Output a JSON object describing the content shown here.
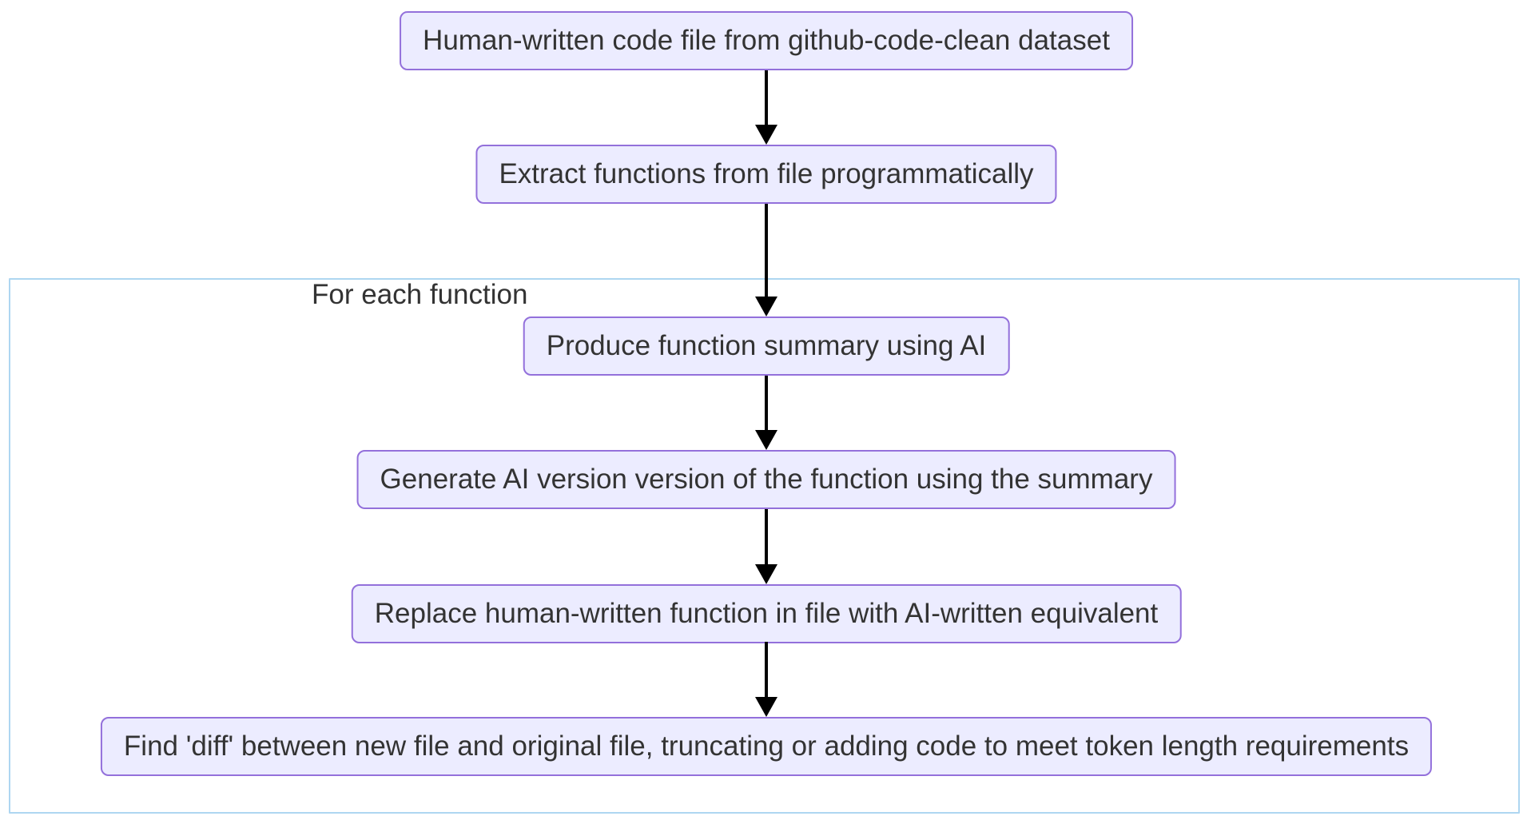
{
  "diagram": {
    "type": "flowchart",
    "direction": "top-down",
    "nodes": [
      {
        "id": "n1",
        "label": "Human-written code file from github-code-clean dataset"
      },
      {
        "id": "n2",
        "label": "Extract functions from file programmatically"
      },
      {
        "id": "n3",
        "label": "Produce function summary using AI"
      },
      {
        "id": "n4",
        "label": "Generate AI version version of the function using the summary"
      },
      {
        "id": "n5",
        "label": "Replace human-written function in file with AI-written equivalent"
      },
      {
        "id": "n6",
        "label": "Find 'diff' between new file and original file, truncating or adding code to meet token length requirements"
      }
    ],
    "edges": [
      {
        "from": "n1",
        "to": "n2"
      },
      {
        "from": "n2",
        "to": "n3"
      },
      {
        "from": "n3",
        "to": "n4"
      },
      {
        "from": "n4",
        "to": "n5"
      },
      {
        "from": "n5",
        "to": "n6"
      }
    ],
    "subgraph": {
      "label": "For each function",
      "contains": [
        "n3",
        "n4",
        "n5",
        "n6"
      ]
    },
    "colors": {
      "node_fill": "#ECECFF",
      "node_border": "#9370DB",
      "node_text": "#333333",
      "subgraph_border": "#AED6F1",
      "subgraph_fill": "#FFFFFF",
      "arrow": "#000000",
      "background": "#FFFFFF"
    }
  }
}
